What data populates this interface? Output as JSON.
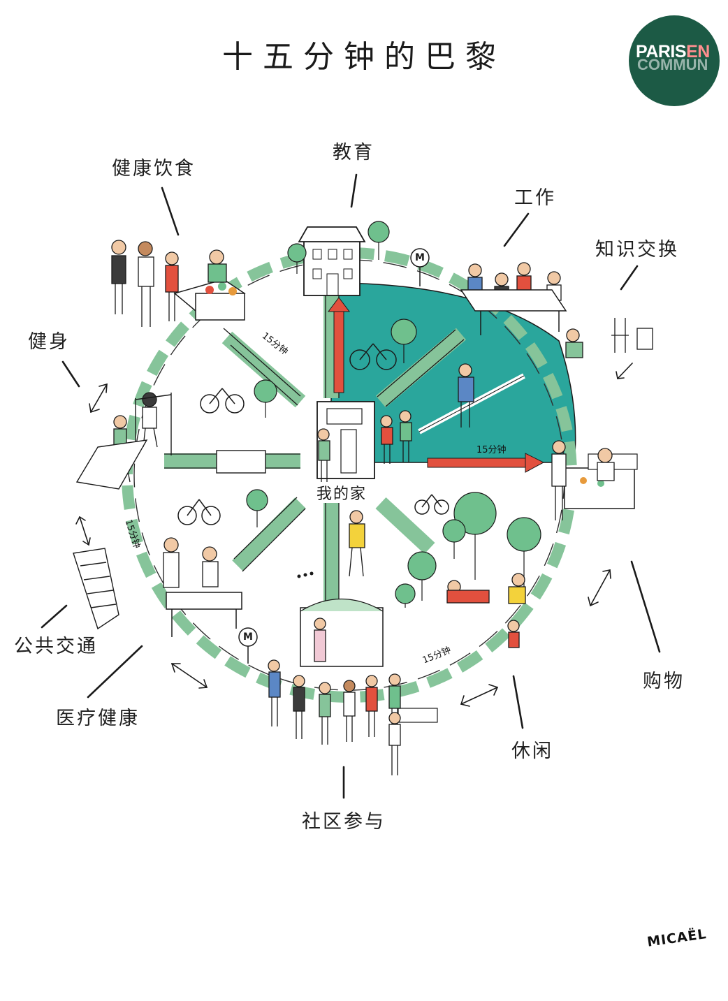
{
  "title": "十五分钟的巴黎",
  "logo": {
    "line1": "PARIS",
    "line1_accent": "EN",
    "line2": "COMMUN",
    "bg_color": "#1c5a45",
    "accent_color": "#ff8f8f"
  },
  "center_label": "我的家",
  "categories": [
    {
      "id": "education",
      "label": "教育"
    },
    {
      "id": "work",
      "label": "工作"
    },
    {
      "id": "knowledge",
      "label": "知识交换"
    },
    {
      "id": "healthy_food",
      "label": "健康饮食"
    },
    {
      "id": "fitness",
      "label": "健身"
    },
    {
      "id": "transport",
      "label": "公共交通"
    },
    {
      "id": "medical",
      "label": "医疗健康"
    },
    {
      "id": "shopping",
      "label": "购物"
    },
    {
      "id": "leisure",
      "label": "休闲"
    },
    {
      "id": "community",
      "label": "社区参与"
    }
  ],
  "durations": [
    "15分钟",
    "15分钟",
    "15分钟",
    "15分钟"
  ],
  "metro_sign": "M",
  "signature": "MICAËL",
  "colors": {
    "teal": "#2aa69c",
    "path_green": "#86c49a",
    "arrow_red": "#e2503e",
    "tree_green": "#6fc08d"
  }
}
